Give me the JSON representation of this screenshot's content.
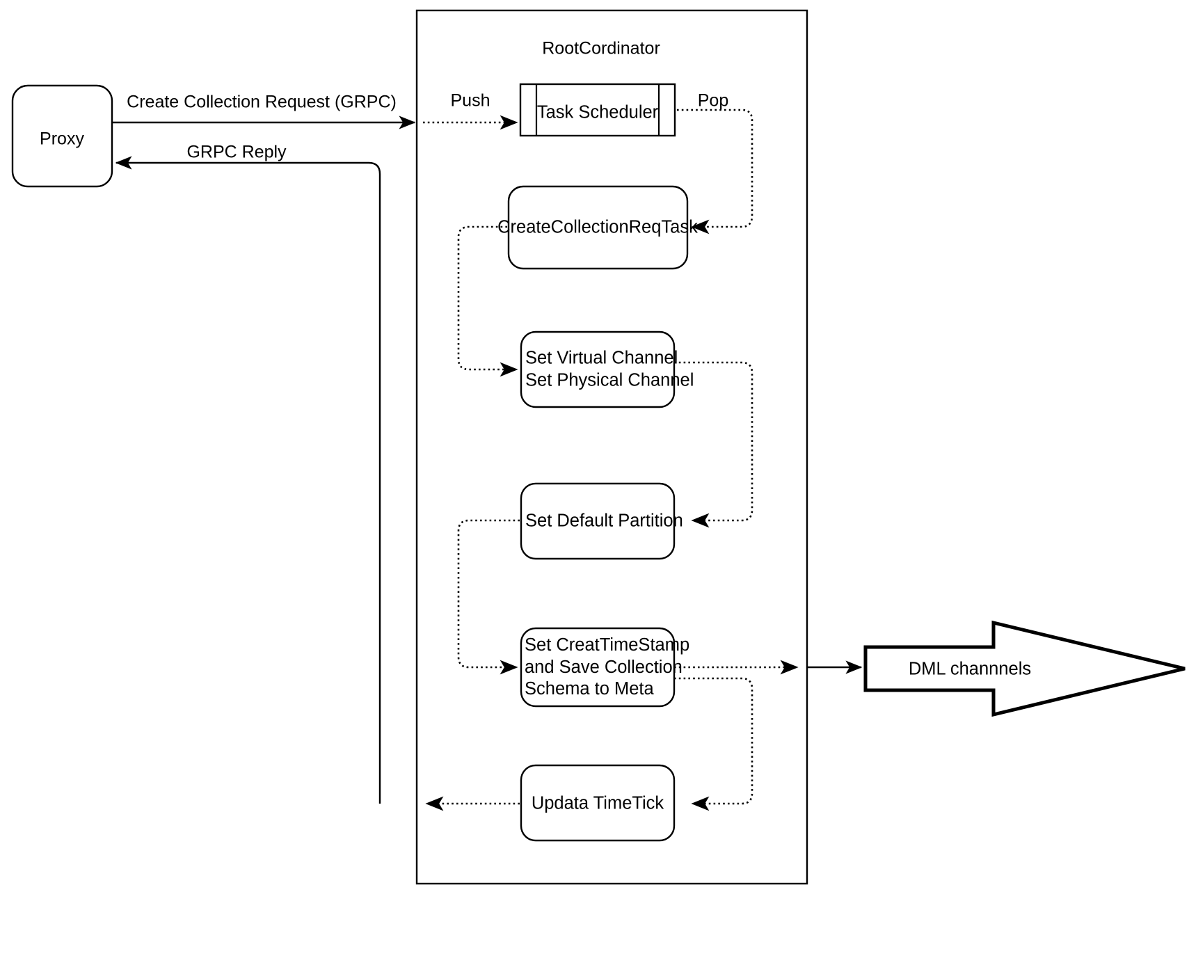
{
  "diagram": {
    "title_label": "RootCordinator",
    "nodes": {
      "proxy": {
        "label": "Proxy"
      },
      "task_scheduler": {
        "label": "Task Scheduler"
      },
      "create_collection_req_task": {
        "label": "CreateCollectionReqTask"
      },
      "set_channels": {
        "label": "Set Virtual Channel\nSet Physical Channel"
      },
      "set_default_partition": {
        "label": "Set Default Partition"
      },
      "set_create_timestamp": {
        "label": "Set CreatTimeStamp\nand Save Collection\nSchema to Meta"
      },
      "update_timetick": {
        "label": "Updata TimeTick"
      },
      "dml_channels": {
        "label": "DML channnels"
      }
    },
    "edge_labels": {
      "create_collection_request": "Create Collection Request (GRPC)",
      "grpc_reply": "GRPC Reply",
      "push": "Push",
      "pop": "Pop"
    },
    "colors": {
      "stroke": "#000000",
      "fill": "#ffffff",
      "text": "#000000"
    }
  }
}
